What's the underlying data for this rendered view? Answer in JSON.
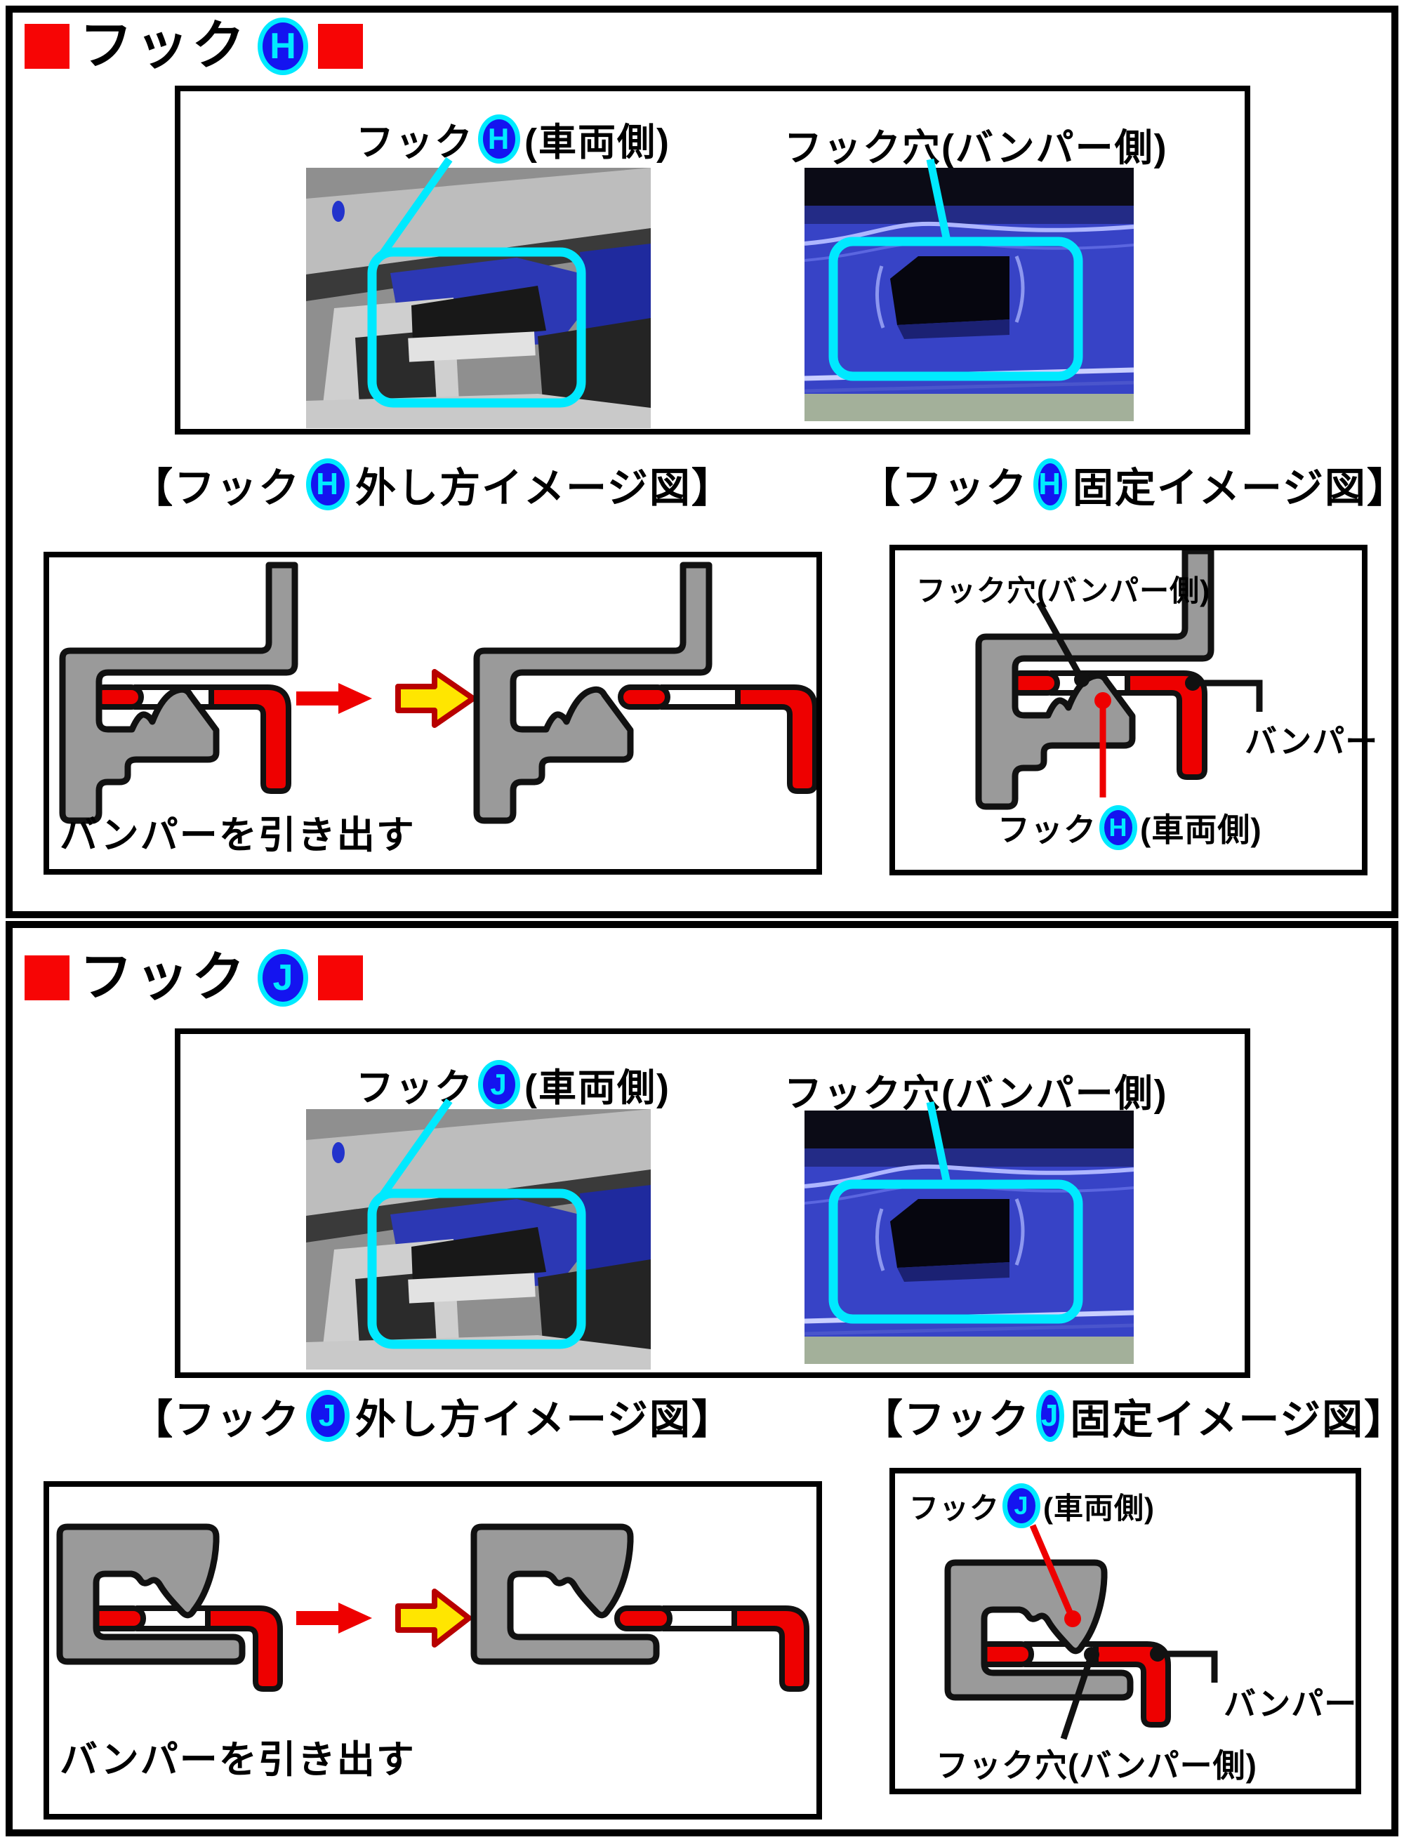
{
  "colors": {
    "accent_red": "#f70505",
    "bumper_red": "#ee0000",
    "part_gray": "#9a9a9a",
    "outline_black": "#111111",
    "badge_fill_blue": "#1414f0",
    "badge_ring_cyan": "#00eaff",
    "highlight_cyan": "#00e9ff",
    "arrow_yellow": "#ffe600",
    "arrow_outline_red": "#b80000"
  },
  "sections": [
    {
      "header": {
        "title": "フック",
        "badge": "H"
      },
      "photos": {
        "vehicle_label_pre": "フック",
        "vehicle_badge": "H",
        "vehicle_label_post": "(車両側)",
        "bumper_label": "フック穴(バンパー側)"
      },
      "removal": {
        "title_pre": "【フック",
        "badge": "H",
        "title_post": "外し方イメージ図】",
        "caption": "バンパーを引き出す"
      },
      "fixed": {
        "title_pre": "【フック",
        "badge": "H",
        "title_post": "固定イメージ図】",
        "hole_label": "フック穴(バンパー側)",
        "bumper_label": "バンパー",
        "hook_label_pre": "フック",
        "hook_badge": "H",
        "hook_label_post": "(車両側)"
      }
    },
    {
      "header": {
        "title": "フック",
        "badge": "J"
      },
      "photos": {
        "vehicle_label_pre": "フック",
        "vehicle_badge": "J",
        "vehicle_label_post": "(車両側)",
        "bumper_label": "フック穴(バンパー側)"
      },
      "removal": {
        "title_pre": "【フック",
        "badge": "J",
        "title_post": "外し方イメージ図】",
        "caption": "バンパーを引き出す"
      },
      "fixed": {
        "title_pre": "【フック",
        "badge": "J",
        "title_post": "固定イメージ図】",
        "hole_label": "フック穴(バンパー側)",
        "bumper_label": "バンパー",
        "hook_label_pre": "フック",
        "hook_badge": "J",
        "hook_label_post": "(車両側)"
      }
    }
  ]
}
